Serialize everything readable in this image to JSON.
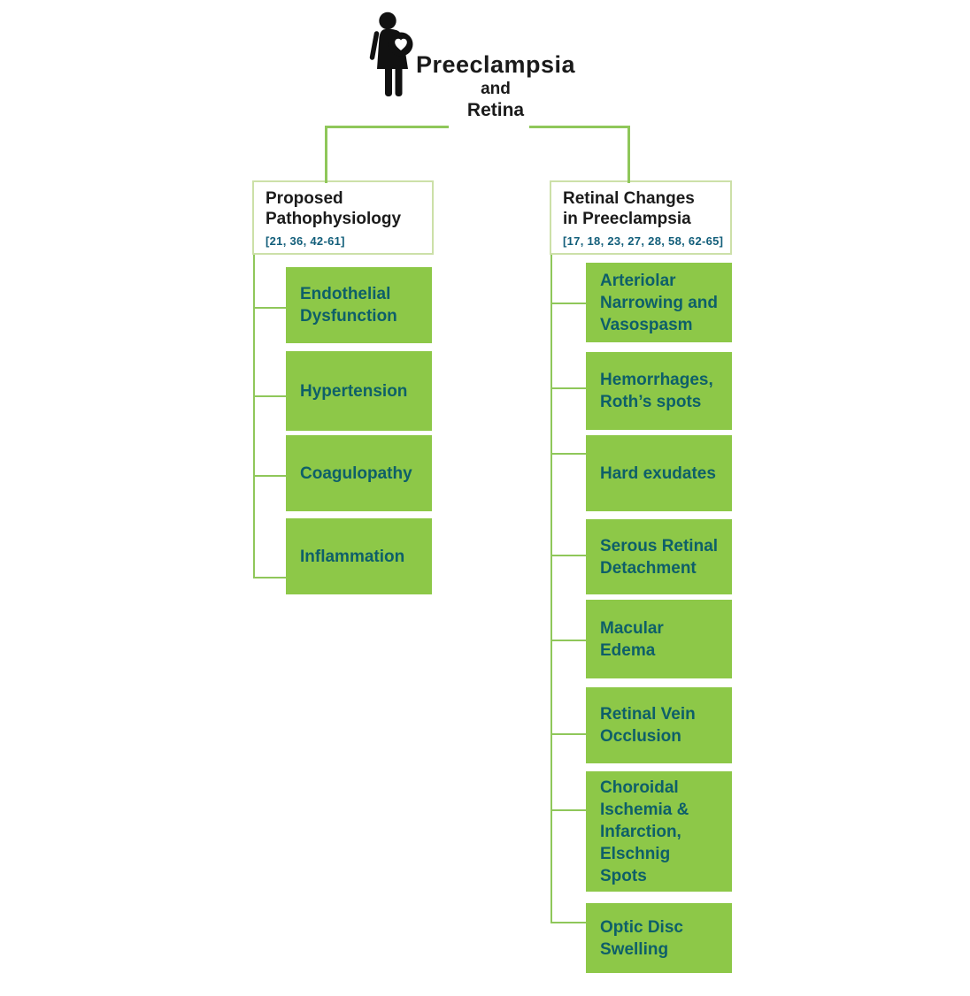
{
  "title": {
    "lines": [
      "Preeclampsia",
      "and",
      "Retina"
    ]
  },
  "icon": {
    "name": "pregnant-woman-icon",
    "description": "black silhouette of a pregnant woman with a white heart on the belly"
  },
  "colors": {
    "box_green": "#8dc848",
    "connector_green": "#8fc75a",
    "header_border_green": "#cce0a8",
    "item_text_teal": "#0e5f69",
    "citation_blue": "#125e7a",
    "title_black": "#1a1a1a",
    "icon_black": "#111111"
  },
  "branches": [
    {
      "heading_lines": [
        "Proposed",
        "Pathophysiology"
      ],
      "citation": "[21, 36, 42-61]",
      "items": [
        {
          "lines": [
            "Endothelial",
            "Dysfunction"
          ]
        },
        {
          "lines": [
            "Hypertension"
          ]
        },
        {
          "lines": [
            "Coagulopathy"
          ]
        },
        {
          "lines": [
            "Inflammation"
          ]
        }
      ]
    },
    {
      "heading_lines": [
        "Retinal Changes",
        "in Preeclampsia"
      ],
      "citation": "[17, 18, 23, 27, 28, 58, 62-65]",
      "items": [
        {
          "lines": [
            "Arteriolar",
            "Narrowing and",
            "Vasospasm"
          ]
        },
        {
          "lines": [
            "Hemorrhages,",
            "Roth’s spots"
          ]
        },
        {
          "lines": [
            "Hard exudates"
          ]
        },
        {
          "lines": [
            "Serous Retinal",
            "Detachment"
          ]
        },
        {
          "lines": [
            "Macular",
            "Edema"
          ]
        },
        {
          "lines": [
            "Retinal Vein",
            "Occlusion"
          ]
        },
        {
          "lines": [
            "Choroidal",
            "Ischemia &",
            "Infarction,",
            "Elschnig",
            "Spots"
          ]
        },
        {
          "lines": [
            "Optic Disc",
            "Swelling"
          ]
        }
      ]
    }
  ]
}
